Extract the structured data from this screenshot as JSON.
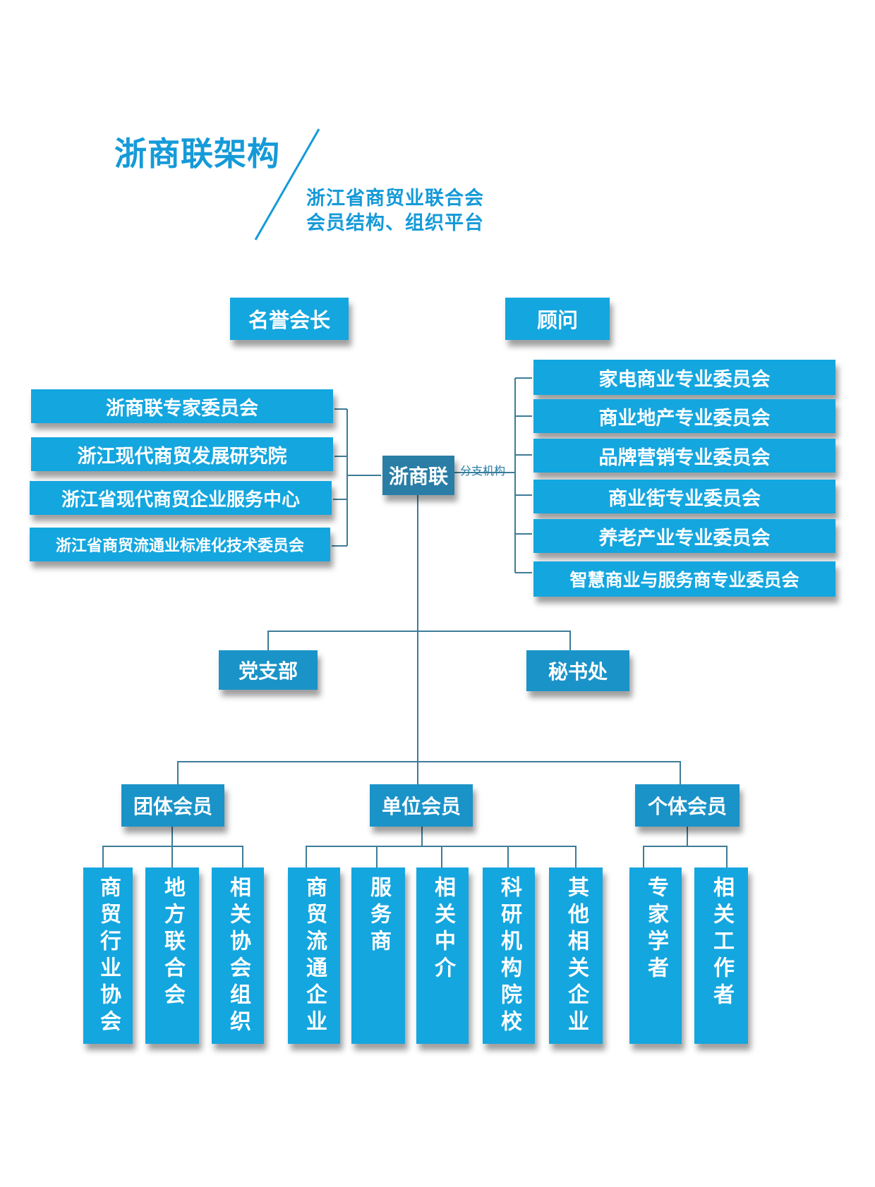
{
  "header": {
    "title": "浙商联架构",
    "subtitle_line1": "浙江省商贸业联合会",
    "subtitle_line2": "会员结构、组织平台"
  },
  "top": {
    "honorary_chairman": "名誉会长",
    "advisor": "顾问"
  },
  "center": {
    "label": "浙商联",
    "branch_label": "分支机构"
  },
  "left_units": [
    "浙商联专家委员会",
    "浙江现代商贸发展研究院",
    "浙江省现代商贸企业服务中心",
    "浙江省商贸流通业标准化技术委员会"
  ],
  "committees": [
    "家电商业专业委员会",
    "商业地产专业委员会",
    "品牌营销专业委员会",
    "商业街专业委员会",
    "养老产业专业委员会",
    "智慧商业与服务商专业委员会"
  ],
  "offices": {
    "party_branch": "党支部",
    "secretariat": "秘书处"
  },
  "member_groups": {
    "group": {
      "label": "团体会员",
      "children": [
        "商贸行业协会",
        "地方联合会",
        "相关协会组织"
      ]
    },
    "unit": {
      "label": "单位会员",
      "children": [
        "商贸流通企业",
        "服务商",
        "相关中介",
        "科研机构院校",
        "其他相关企业"
      ]
    },
    "individual": {
      "label": "个体会员",
      "children": [
        "专家学者",
        "相关工作者"
      ]
    }
  },
  "colors": {
    "primary_box": "#14a6df",
    "dark_box": "#2a7ea6",
    "title_blue": "#159ad8",
    "connector": "#3d7c98"
  }
}
